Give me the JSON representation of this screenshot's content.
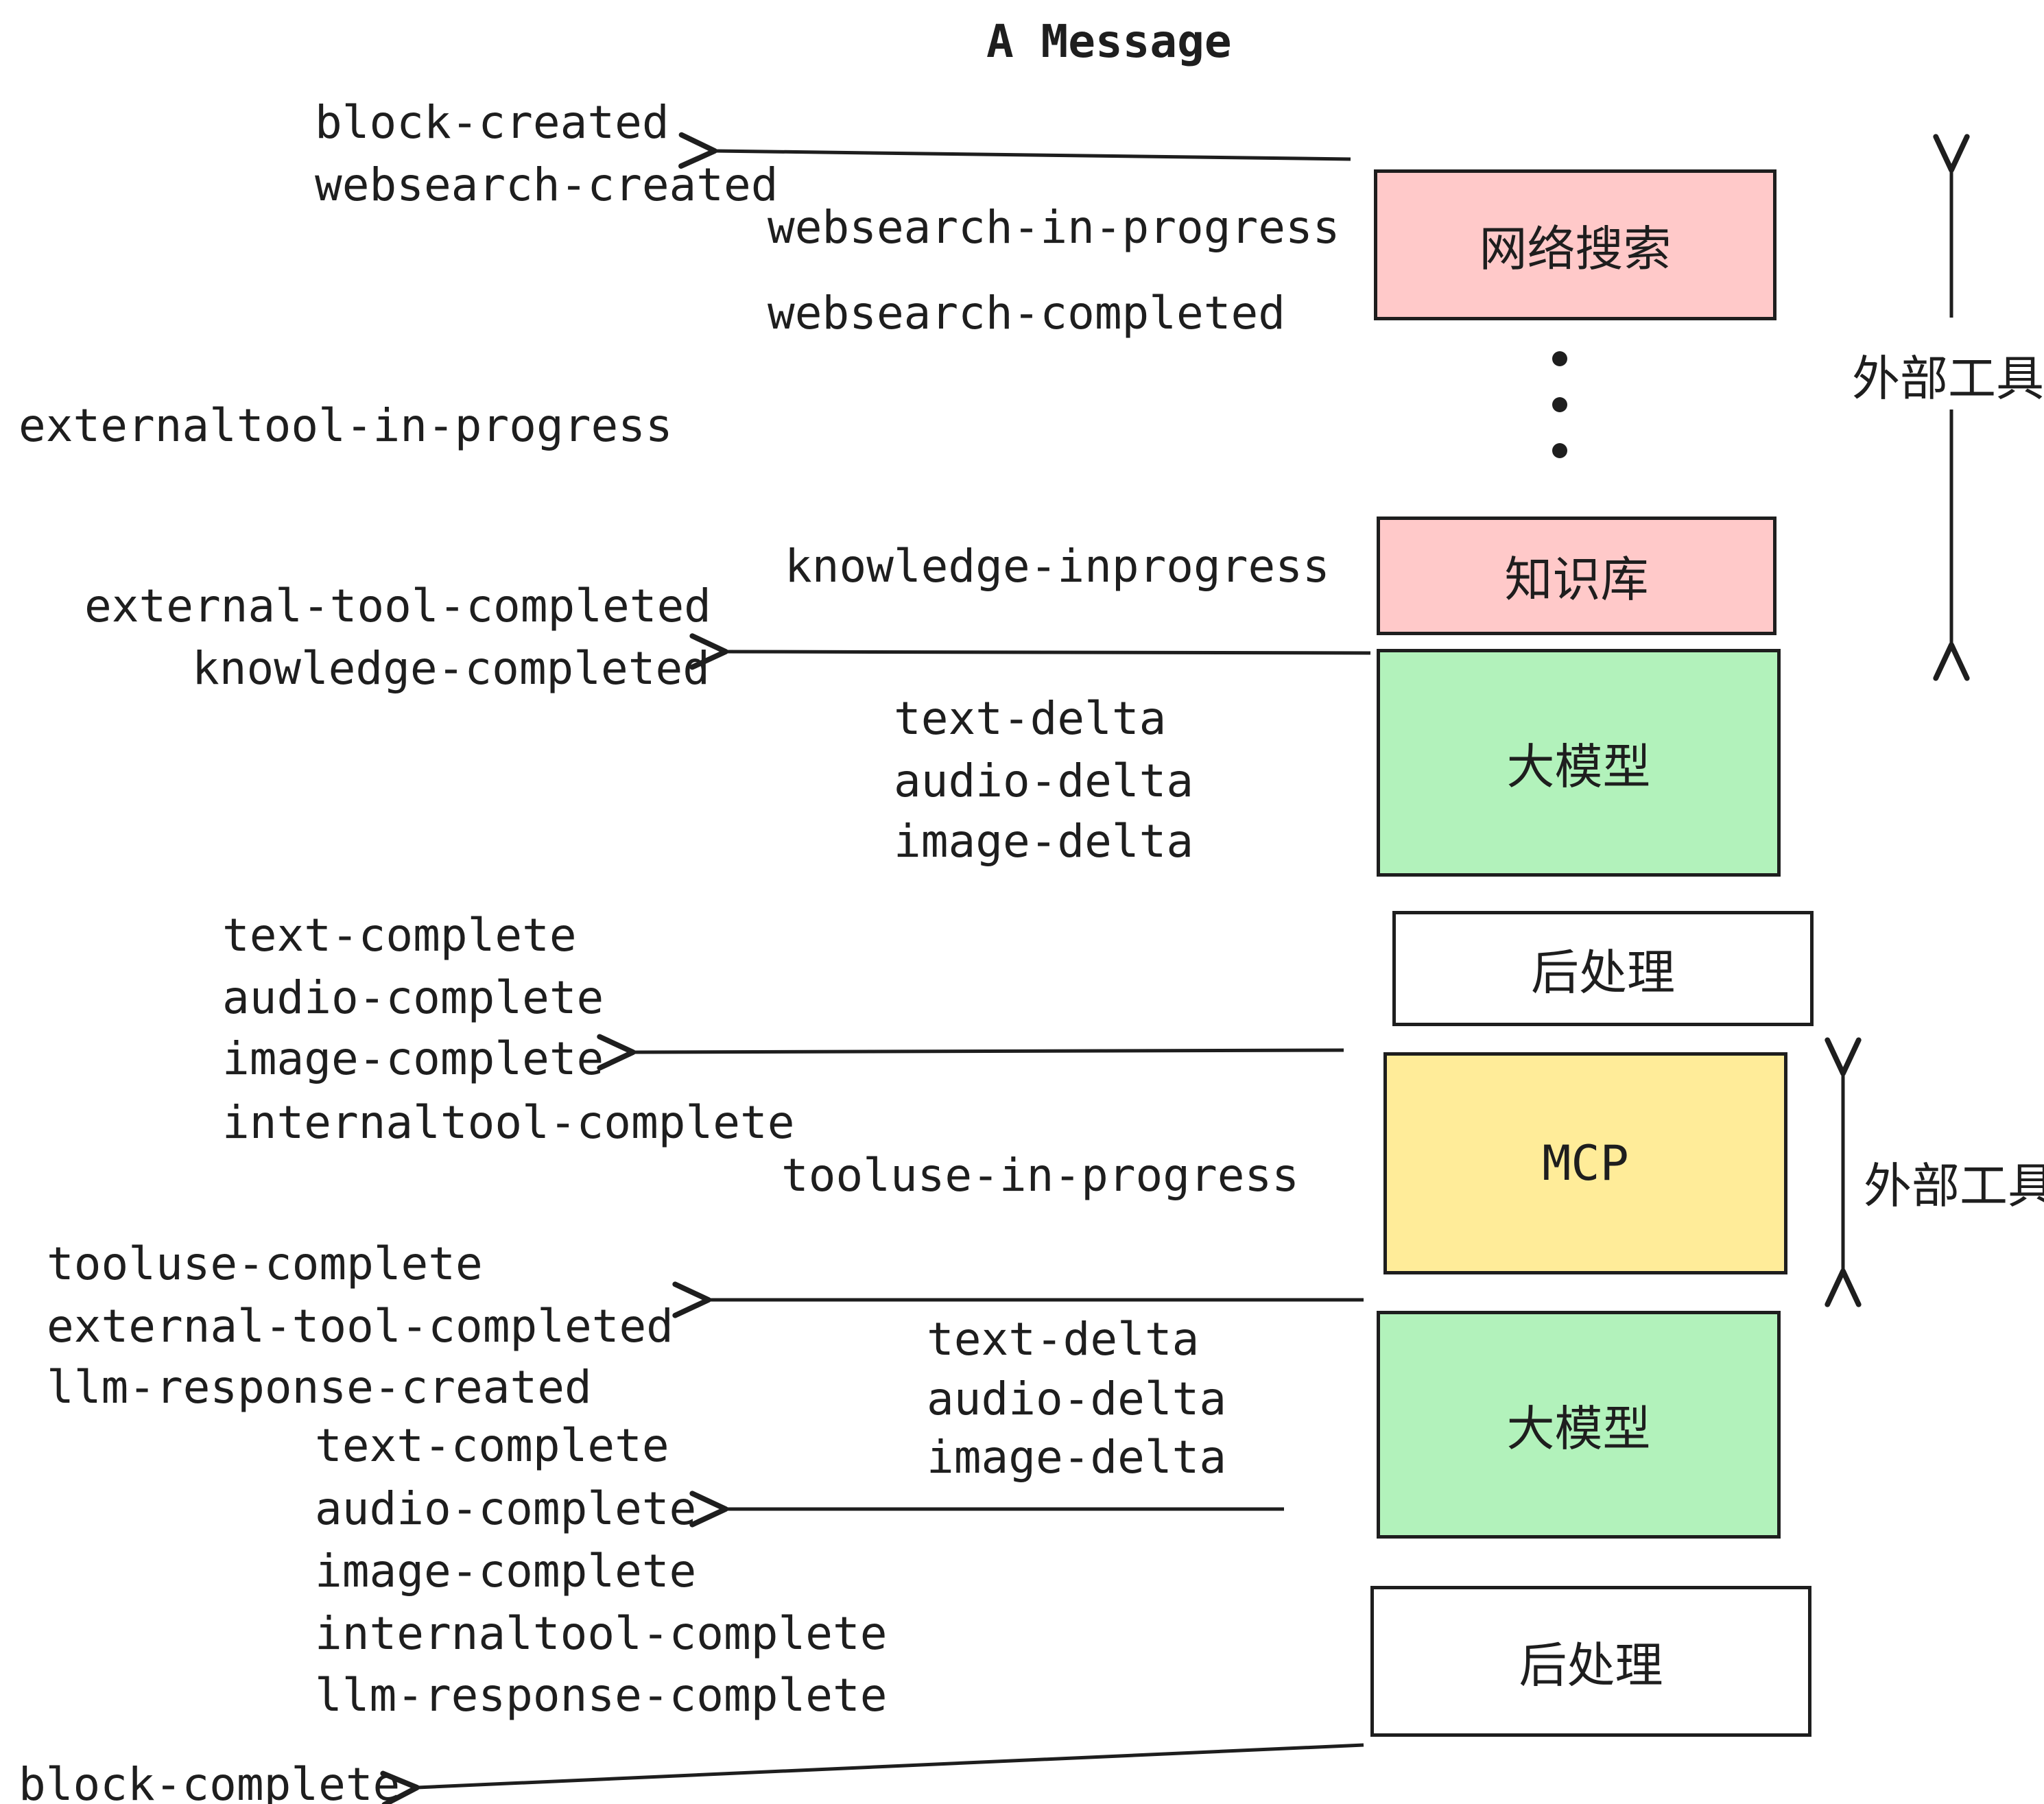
{
  "title": "A Message",
  "boxes": {
    "websearch": {
      "label": "网络搜索",
      "color": "#ffc9c9"
    },
    "knowledge": {
      "label": "知识库",
      "color": "#ffc9c9"
    },
    "llm_1": {
      "label": "大模型",
      "color": "#b2f2bb"
    },
    "post_1": {
      "label": "后处理",
      "color": "#ffffff"
    },
    "mcp": {
      "label": "MCP",
      "color": "#ffec99"
    },
    "llm_2": {
      "label": "大模型",
      "color": "#b2f2bb"
    },
    "post_2": {
      "label": "后处理",
      "color": "#ffffff"
    }
  },
  "events": {
    "block_created": "block-created",
    "websearch_created": "websearch-created",
    "websearch_in_progress": "websearch-in-progress",
    "websearch_completed": "websearch-completed",
    "externaltool_in_progress": "externaltool-in-progress",
    "knowledge_inprogress": "knowledge-inprogress",
    "external_tool_completed": "external-tool-completed",
    "knowledge_completed": "knowledge-completed",
    "text_delta_1": "text-delta",
    "audio_delta_1": "audio-delta",
    "image_delta_1": "image-delta",
    "text_complete_1": "text-complete",
    "audio_complete_1": "audio-complete",
    "image_complete_1": "image-complete",
    "internaltool_complete_1": "internaltool-complete",
    "tooluse_in_progress": "tooluse-in-progress",
    "tooluse_complete": "tooluse-complete",
    "external_tool_completed_2": "external-tool-completed",
    "llm_response_created": "llm-response-created",
    "text_delta_2": "text-delta",
    "audio_delta_2": "audio-delta",
    "image_delta_2": "image-delta",
    "text_complete_2": "text-complete",
    "audio_complete_2": "audio-complete",
    "image_complete_2": "image-complete",
    "internaltool_complete_2": "internaltool-complete",
    "llm_response_complete": "llm-response-complete",
    "block_complete": "block-complete"
  },
  "side_labels": {
    "external_tool_1": "外部工具",
    "external_tool_2": "外部工具"
  },
  "colors": {
    "pink": "#ffc9c9",
    "green": "#b2f2bb",
    "yellow": "#ffec99",
    "white": "#ffffff",
    "ink": "#1e1e1e"
  }
}
